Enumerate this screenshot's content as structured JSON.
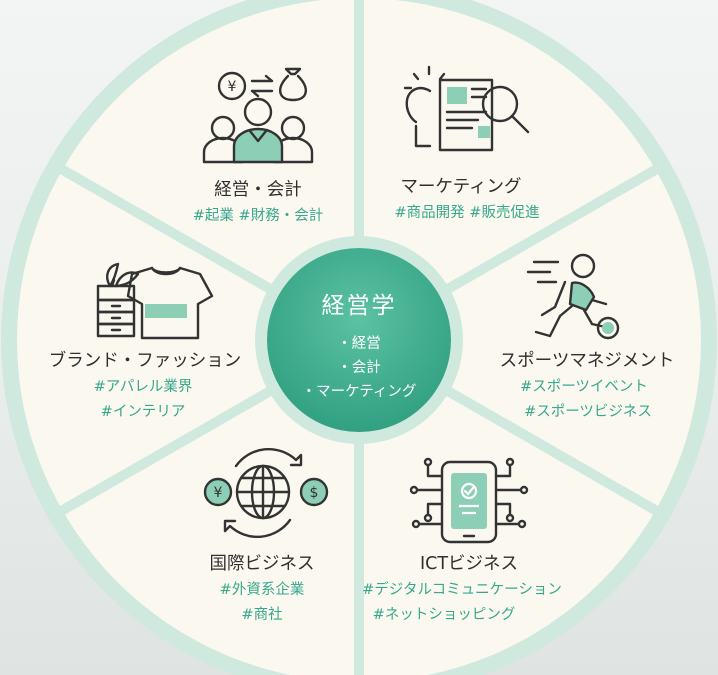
{
  "center": {
    "title": "経営学",
    "items": [
      "・経営",
      "・会計",
      "・マーケティング"
    ]
  },
  "segments": [
    {
      "title": "経営・会計",
      "tags": [
        "#起業 #財務・会計"
      ],
      "icon": "business-people-money-icon"
    },
    {
      "title": "マーケティング",
      "tags": [
        "#商品開発 #販売促進"
      ],
      "icon": "idea-research-icon"
    },
    {
      "title": "スポーツマネジメント",
      "tags": [
        "#スポーツイベント",
        "#スポーツビジネス"
      ],
      "icon": "soccer-player-icon"
    },
    {
      "title": "ICTビジネス",
      "tags": [
        "#デジタルコミュニケーション",
        "#ネットショッピング"
      ],
      "icon": "smartphone-circuit-icon"
    },
    {
      "title": "国際ビジネス",
      "tags": [
        "#外資系企業",
        "#商社"
      ],
      "icon": "globe-currency-icon"
    },
    {
      "title": "ブランド・ファッション",
      "tags": [
        "#アパレル業界",
        "#インテリア"
      ],
      "icon": "apparel-interior-icon"
    }
  ],
  "icon_glyphs": {
    "yen": "¥",
    "dollar": "$"
  },
  "colors": {
    "segment_fill": "#fbf8ef",
    "ring": "#cfe9df",
    "accent": "#37a88d",
    "center": "#44b392",
    "text": "#2f2f2f"
  }
}
